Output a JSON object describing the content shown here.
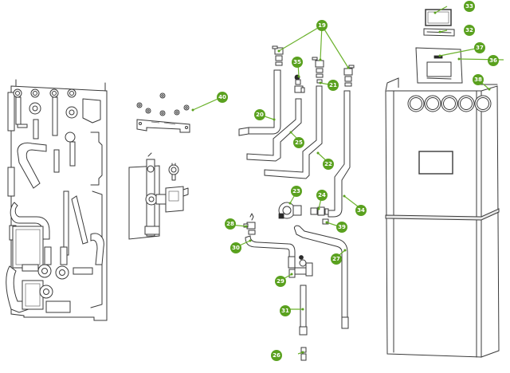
{
  "diagram": {
    "type": "exploded-parts-diagram",
    "accent_color": "#5aa11f",
    "callouts": [
      {
        "id": "c19",
        "label": "19",
        "part": "ball-valve"
      },
      {
        "id": "c20",
        "label": "20",
        "part": "pipe"
      },
      {
        "id": "c21",
        "label": "21",
        "part": "fitting"
      },
      {
        "id": "c22",
        "label": "22",
        "part": "pipe"
      },
      {
        "id": "c23",
        "label": "23",
        "part": "circulation-pump"
      },
      {
        "id": "c24",
        "label": "24",
        "part": "fitting"
      },
      {
        "id": "c25",
        "label": "25",
        "part": "pipe"
      },
      {
        "id": "c26",
        "label": "26",
        "part": "fitting"
      },
      {
        "id": "c27",
        "label": "27",
        "part": "pipe"
      },
      {
        "id": "c28",
        "label": "28",
        "part": "valve"
      },
      {
        "id": "c29",
        "label": "29",
        "part": "valve-assembly"
      },
      {
        "id": "c30",
        "label": "30",
        "part": "pipe"
      },
      {
        "id": "c31",
        "label": "31",
        "part": "pipe"
      },
      {
        "id": "c32",
        "label": "32",
        "part": "frame"
      },
      {
        "id": "c33",
        "label": "33",
        "part": "display"
      },
      {
        "id": "c34",
        "label": "34",
        "part": "pipe"
      },
      {
        "id": "c35",
        "label": "35",
        "part": "valve"
      },
      {
        "id": "c36",
        "label": "36",
        "part": "front-panel"
      },
      {
        "id": "c37",
        "label": "37",
        "part": "badge"
      },
      {
        "id": "c38",
        "label": "38",
        "part": "housing"
      },
      {
        "id": "c39",
        "label": "39",
        "part": "nut"
      },
      {
        "id": "c40",
        "label": "40",
        "part": "mounting-bracket-kit"
      }
    ]
  }
}
